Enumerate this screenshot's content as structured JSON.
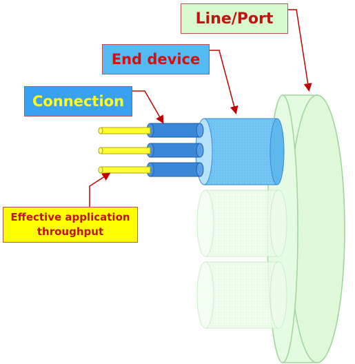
{
  "labels": {
    "line_port": "Line/Port",
    "end_device": "End device",
    "connection": "Connection",
    "throughput_line1": "Effective application",
    "throughput_line2": "throughput"
  },
  "colors": {
    "port_fill": "#e3fbe0",
    "port_stroke": "#9fd59a",
    "device_fill": "#6cc3f2",
    "connection_fill": "#3a86d8",
    "application_fill": "#ffff33",
    "arrow": "#c00000"
  }
}
